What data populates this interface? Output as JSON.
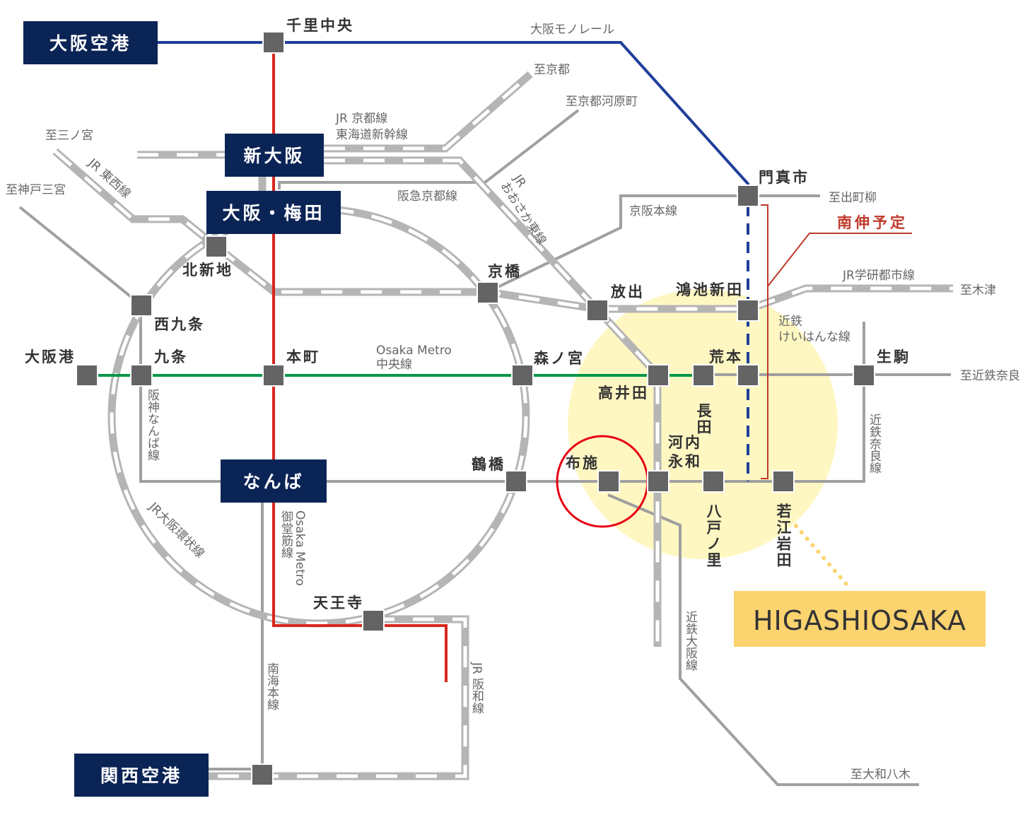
{
  "title": "大阪路線図 — HIGASHIOSAKA",
  "colors": {
    "hub_box": "#0b2456",
    "monorail": "#1f3e9a",
    "midosuji": "#d9261c",
    "chuo": "#00964b",
    "jr_track": "#b5b5b5",
    "private_line": "#a0a0a0",
    "station": "#646464",
    "highlight_area": "#fff7c2",
    "highlight_box": "#fbd36f",
    "focus_circle": "#e60012",
    "planned_extension": "#c0392b"
  },
  "hubs": {
    "itami": "大阪空港",
    "shin_osaka": "新大阪",
    "umeda": "大阪・梅田",
    "namba": "なんば",
    "kix": "関西空港"
  },
  "stations": {
    "senri_chuo": "千里中央",
    "kadoma": "門真市",
    "kitashinchi": "北新地",
    "nishikujo": "西九条",
    "kyobashi": "京橋",
    "hanaten": "放出",
    "konoike": "鴻池新田",
    "osakako": "大阪港",
    "kujo": "九条",
    "honmachi": "本町",
    "morinomiya": "森ノ宮",
    "takaida": "高井田",
    "nagata": "長田",
    "aramoto": "荒本",
    "ikoma": "生駒",
    "tsuruhashi": "鶴橋",
    "fuse": "布施",
    "kawachi_eiwa_1": "河内",
    "kawachi_eiwa_2": "永和",
    "hatonosato": "八戸ノ里",
    "wakae_iwata": "若江岩田",
    "tennoji": "天王寺"
  },
  "lines": {
    "monorail": "大阪モノレール",
    "jr_kyoto_1": "JR 京都線",
    "jr_kyoto_2": "東海道新幹線",
    "hankyu_kyoto": "阪急京都線",
    "jr_osaka_higashi_1": "JR",
    "jr_osaka_higashi_2": "おおさか東線",
    "keihan": "京阪本線",
    "jr_tozai": "JR 東西線",
    "jr_gakkentoshi": "JR学研都市線",
    "keihanna_1": "近鉄",
    "keihanna_2": "けいはんな線",
    "chuo_1": "Osaka Metro",
    "chuo_2": "中央線",
    "hanshin_namba": "阪神なんば線",
    "midosuji_1": "Osaka Metro",
    "midosuji_2": "御堂筋線",
    "jr_loop": "JR大阪環状線",
    "kintetsu_nara": "近鉄奈良線",
    "kintetsu_osaka": "近鉄大阪線",
    "nankai": "南海本線",
    "jr_hanwa": "JR 阪和線"
  },
  "destinations": {
    "kyoto": "至京都",
    "kawaramachi": "至京都河原町",
    "sannomiya": "至三ノ宮",
    "kobe_sannomiya": "至神戸三宮",
    "demachiyanagi": "至出町柳",
    "kizu": "至木津",
    "kintetsu_nara": "至近鉄奈良",
    "yamato_yagi": "至大和八木"
  },
  "planned_extension": "南伸予定",
  "area_label": "HIGASHIOSAKA"
}
